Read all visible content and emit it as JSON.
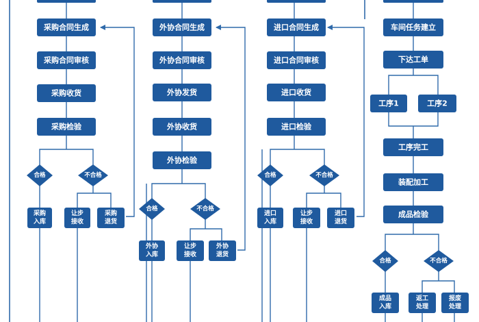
{
  "lanes": {
    "purchase": {
      "create": "采购合同生成",
      "review": "采购合同审核",
      "receive": "采购收货",
      "inspect": "采购检验",
      "pass": "合格",
      "fail": "不合格",
      "stock_in": [
        "采购",
        "入库"
      ],
      "concession": [
        "让步",
        "接收"
      ],
      "return": [
        "采购",
        "退货"
      ]
    },
    "outsource": {
      "create": "外协合同生成",
      "review": "外协合同审核",
      "ship": "外协发货",
      "receive": "外协收货",
      "inspect": "外协检验",
      "pass": "合格",
      "fail": "不合格",
      "stock_in": [
        "外协",
        "入库"
      ],
      "concession": [
        "让步",
        "接收"
      ],
      "return": [
        "外协",
        "退货"
      ]
    },
    "import": {
      "create": "进口合同生成",
      "review": "进口合同审核",
      "receive": "进口收货",
      "inspect": "进口检验",
      "pass": "合格",
      "fail": "不合格",
      "stock_in": [
        "进口",
        "入库"
      ],
      "concession": [
        "让步",
        "接收"
      ],
      "return": [
        "进口",
        "退货"
      ]
    },
    "production": {
      "task": "车间任务建立",
      "order": "下达工单",
      "step1": "工序1",
      "step2": "工序2",
      "step_done": "工序完工",
      "assembly": "装配加工",
      "final_inspect": "成品检验",
      "pass": "合格",
      "fail": "不合格",
      "stock_in": [
        "成品",
        "入库"
      ],
      "rework": [
        "返工",
        "处理"
      ],
      "scrap": [
        "报废",
        "处理"
      ]
    }
  },
  "colors": {
    "node": "#1f5a9e",
    "line": "#2f6aaa",
    "text": "#ffffff"
  }
}
